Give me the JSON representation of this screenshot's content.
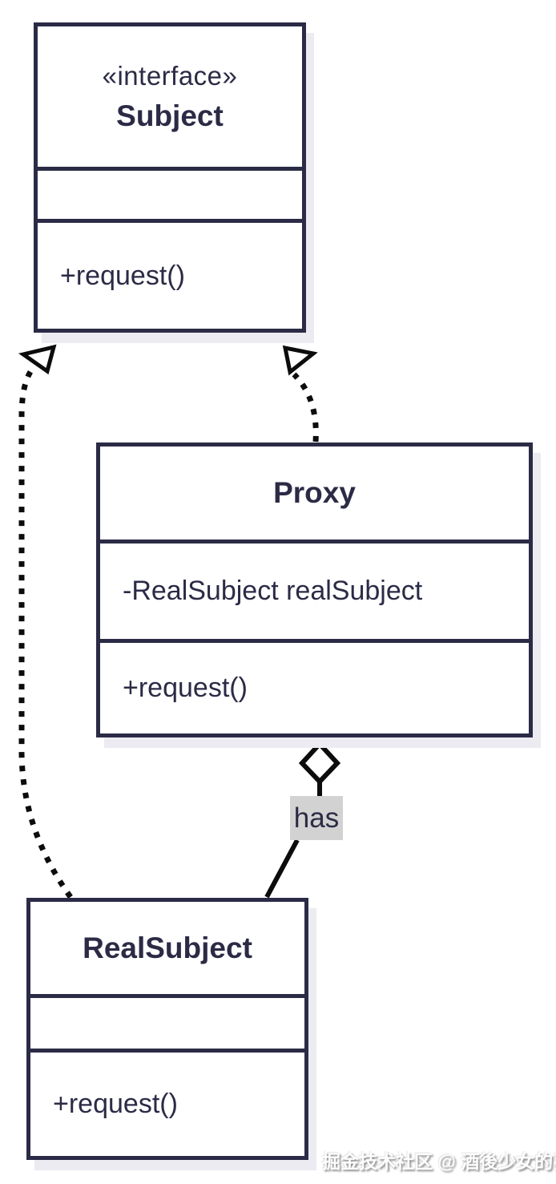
{
  "classes": [
    {
      "id": "subject",
      "stereotype": "«interface»",
      "name": "Subject",
      "attributes": [],
      "methods": [
        "+request()"
      ]
    },
    {
      "id": "proxy",
      "stereotype": "",
      "name": "Proxy",
      "attributes": [
        "-RealSubject realSubject"
      ],
      "methods": [
        "+request()"
      ]
    },
    {
      "id": "realsubject",
      "stereotype": "",
      "name": "RealSubject",
      "attributes": [],
      "methods": [
        "+request()"
      ]
    }
  ],
  "relationships": [
    {
      "type": "realization",
      "from": "RealSubject",
      "to": "Subject",
      "label": ""
    },
    {
      "type": "realization",
      "from": "Proxy",
      "to": "Subject",
      "label": ""
    },
    {
      "type": "aggregation",
      "from": "Proxy",
      "to": "RealSubject",
      "label": "has"
    }
  ],
  "aggregation_label": "has",
  "watermark": {
    "text": "掘金技术社区 @ 酒後少女的夢"
  },
  "colors": {
    "box_border": "#2b2b46",
    "connector": "#0c0c0c",
    "label_bg": "#d2d2d2",
    "box_shadow": "#ecebf1",
    "background": "#ffffff"
  }
}
